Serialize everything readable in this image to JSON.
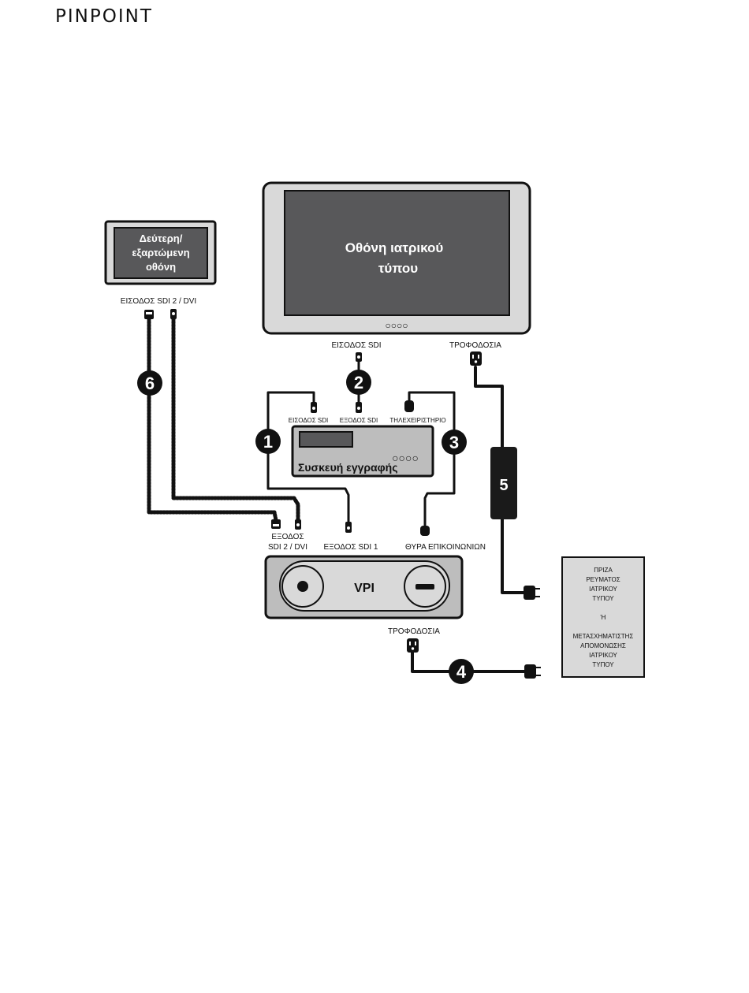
{
  "brand": "PINPOINT",
  "devices": {
    "medical_monitor": {
      "title_line1": "Οθόνη ιατρικού",
      "title_line2": "τύπου",
      "buttons": "○○○○",
      "label_sdi_in": "ΕΙΣΟΔΟΣ SDI",
      "label_power": "ΤΡΟΦΟΔΟΣΙΑ"
    },
    "secondary_monitor": {
      "line1": "Δεύτερη/",
      "line2": "εξαρτώμενη",
      "line3": "οθόνη",
      "label_input": "ΕΙΣΟΔΟΣ SDI 2 / DVI"
    },
    "recorder": {
      "title": "Συσκευή εγγραφής",
      "buttons": "○○○○",
      "label_sdi_in": "ΕΙΣΟΔΟΣ SDI",
      "label_sdi_out": "ΕΞΟΔΟΣ SDI",
      "label_remote": "ΤΗΛΕΧΕΙΡΙΣΤΗΡΙΟ"
    },
    "vpi": {
      "title": "VPI",
      "label_out_line1": "ΕΞΟΔΟΣ",
      "label_out_line2": "SDI 2 / DVI",
      "label_sdi1": "ΕΞΟΔΟΣ SDI 1",
      "label_comm": "ΘΥΡΑ ΕΠΙΚΟΙΝΩΝΙΩΝ",
      "label_power": "ΤΡΟΦΟΔΟΣΙΑ"
    },
    "outlet": {
      "line1": "ΠΡΙΖΑ",
      "line2": "ΡΕΥΜΑΤΟΣ",
      "line3": "ΙΑΤΡΙΚΟΥ",
      "line4": "ΤΥΠΟΥ",
      "line5": "Ή",
      "line6": "ΜΕΤΑΣΧΗΜΑΤΙΣΤΗΣ",
      "line7": "ΑΠΟΜΟΝΩΣΗΣ",
      "line8": "ΙΑΤΡΙΚΟΥ",
      "line9": "ΤΥΠΟΥ"
    }
  },
  "connections": {
    "c1": "1",
    "c2": "2",
    "c3": "3",
    "c4": "4",
    "c5": "5",
    "c6": "6"
  },
  "colors": {
    "screen": "#58585a",
    "bezel": "#d9d9d9",
    "dark": "#1a1a1a",
    "panel": "#bdbdbd"
  }
}
